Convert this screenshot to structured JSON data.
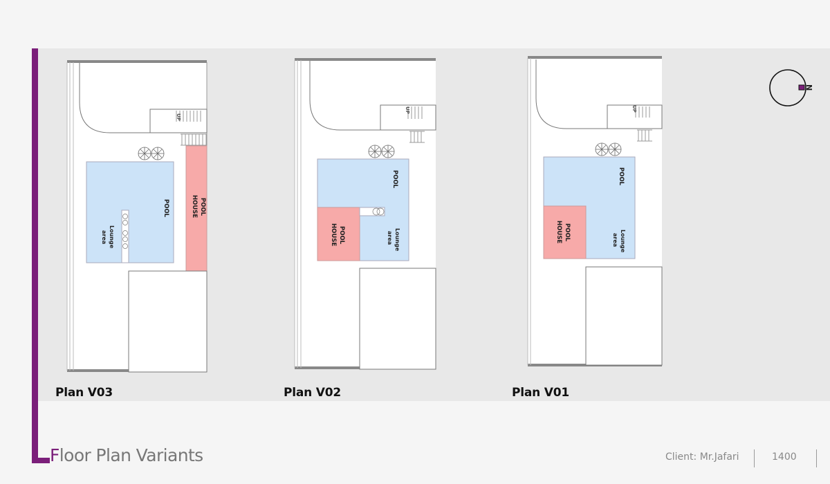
{
  "page": {
    "title": "Floor Plan Variants",
    "client": "Client: Mr.Jafari",
    "year": "1400"
  },
  "colors": {
    "accent": "#7b1f7a",
    "pool": "#cce3f8",
    "pool_house": "#f7aaa9",
    "band": "#e8e8e8",
    "background": "#f5f5f5"
  },
  "compass": {
    "label": "N",
    "icon": "north-arrow-icon"
  },
  "plans": [
    {
      "label": "Plan V03",
      "pool": "POOL",
      "pool_house_line1": "POOL",
      "pool_house_line2": "HOUSE",
      "lounge_line1": "Lounge",
      "lounge_line2": "area",
      "stair": "UP"
    },
    {
      "label": "Plan V02",
      "pool": "POOL",
      "pool_house_line1": "POOL",
      "pool_house_line2": "HOUSE",
      "lounge_line1": "Lounge",
      "lounge_line2": "area",
      "stair": "UP"
    },
    {
      "label": "Plan V01",
      "pool": "POOL",
      "pool_house_line1": "POOL",
      "pool_house_line2": "HOUSE",
      "lounge_line1": "Lounge",
      "lounge_line2": "area",
      "stair": "UP"
    }
  ]
}
